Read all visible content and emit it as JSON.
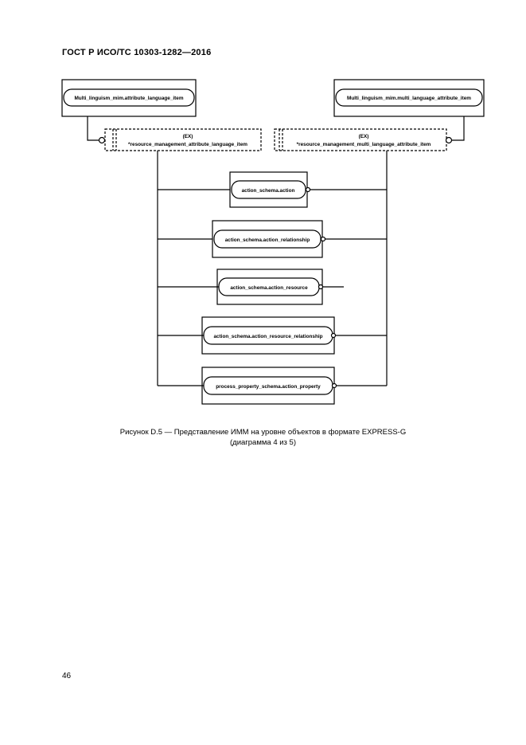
{
  "header": {
    "title": "ГОСТ Р ИСО/ТС 10303-1282—2016"
  },
  "diagram": {
    "top_left_entity": "Multi_linguism_mim.attribute_language_item",
    "top_right_entity": "Multi_linguism_mim.multi_language_attribute_item",
    "left_select_tag": "(EX)",
    "left_select": "*resource_management_attribute_language_item",
    "right_select_tag": "(EX)",
    "right_select": "*resource_management_multi_language_attribute_item",
    "entities": [
      "action_schema.action",
      "action_schema.action_relationship",
      "action_schema.action_resource",
      "action_schema.action_resource_relationship",
      "process_property_schema.action_property"
    ]
  },
  "caption": {
    "line1": "Рисунок D.5 — Представление ИММ на уровне объектов в формате EXPRESS-G",
    "line2": "(диаграмма 4 из 5)"
  },
  "page": {
    "number": "46"
  }
}
